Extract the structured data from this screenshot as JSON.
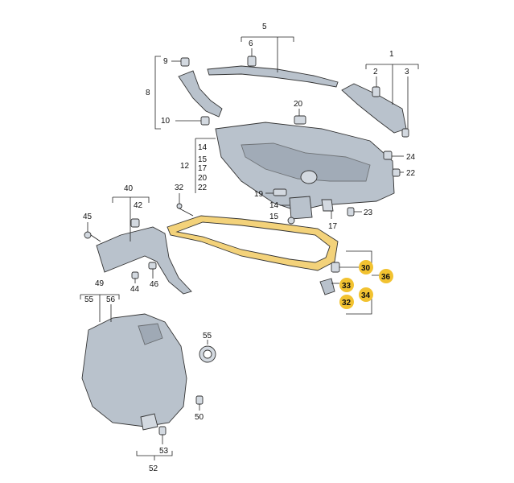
{
  "diagram": {
    "callouts": [
      "1",
      "2",
      "3",
      "5",
      "6",
      "8",
      "9",
      "10",
      "12",
      "14",
      "15",
      "17",
      "20",
      "22",
      "14",
      "15",
      "17",
      "19",
      "20",
      "22",
      "23",
      "24",
      "30",
      "32",
      "33",
      "34",
      "36",
      "40",
      "42",
      "44",
      "45",
      "46",
      "49",
      "50",
      "52",
      "53",
      "55",
      "55",
      "56"
    ],
    "highlight_color": "#f2c230",
    "labels": {
      "c1": "1",
      "c2": "2",
      "c3": "3",
      "c5": "5",
      "c6": "6",
      "c8": "8",
      "c9": "9",
      "c10": "10",
      "c12": "12",
      "c12_14": "14",
      "c12_15": "15",
      "c12_17": "17",
      "c12_20": "20",
      "c12_22": "22",
      "c14": "14",
      "c15": "15",
      "c17": "17",
      "c19": "19",
      "c20": "20",
      "c22": "22",
      "c23": "23",
      "c24": "24",
      "c30": "30",
      "c32": "32",
      "c32b": "32",
      "c33": "33",
      "c34": "34",
      "c36": "36",
      "c40": "40",
      "c42": "42",
      "c44": "44",
      "c45": "45",
      "c46": "46",
      "c49": "49",
      "c50": "50",
      "c52": "52",
      "c53": "53",
      "c55": "55",
      "c55b": "55",
      "c56": "56"
    }
  }
}
